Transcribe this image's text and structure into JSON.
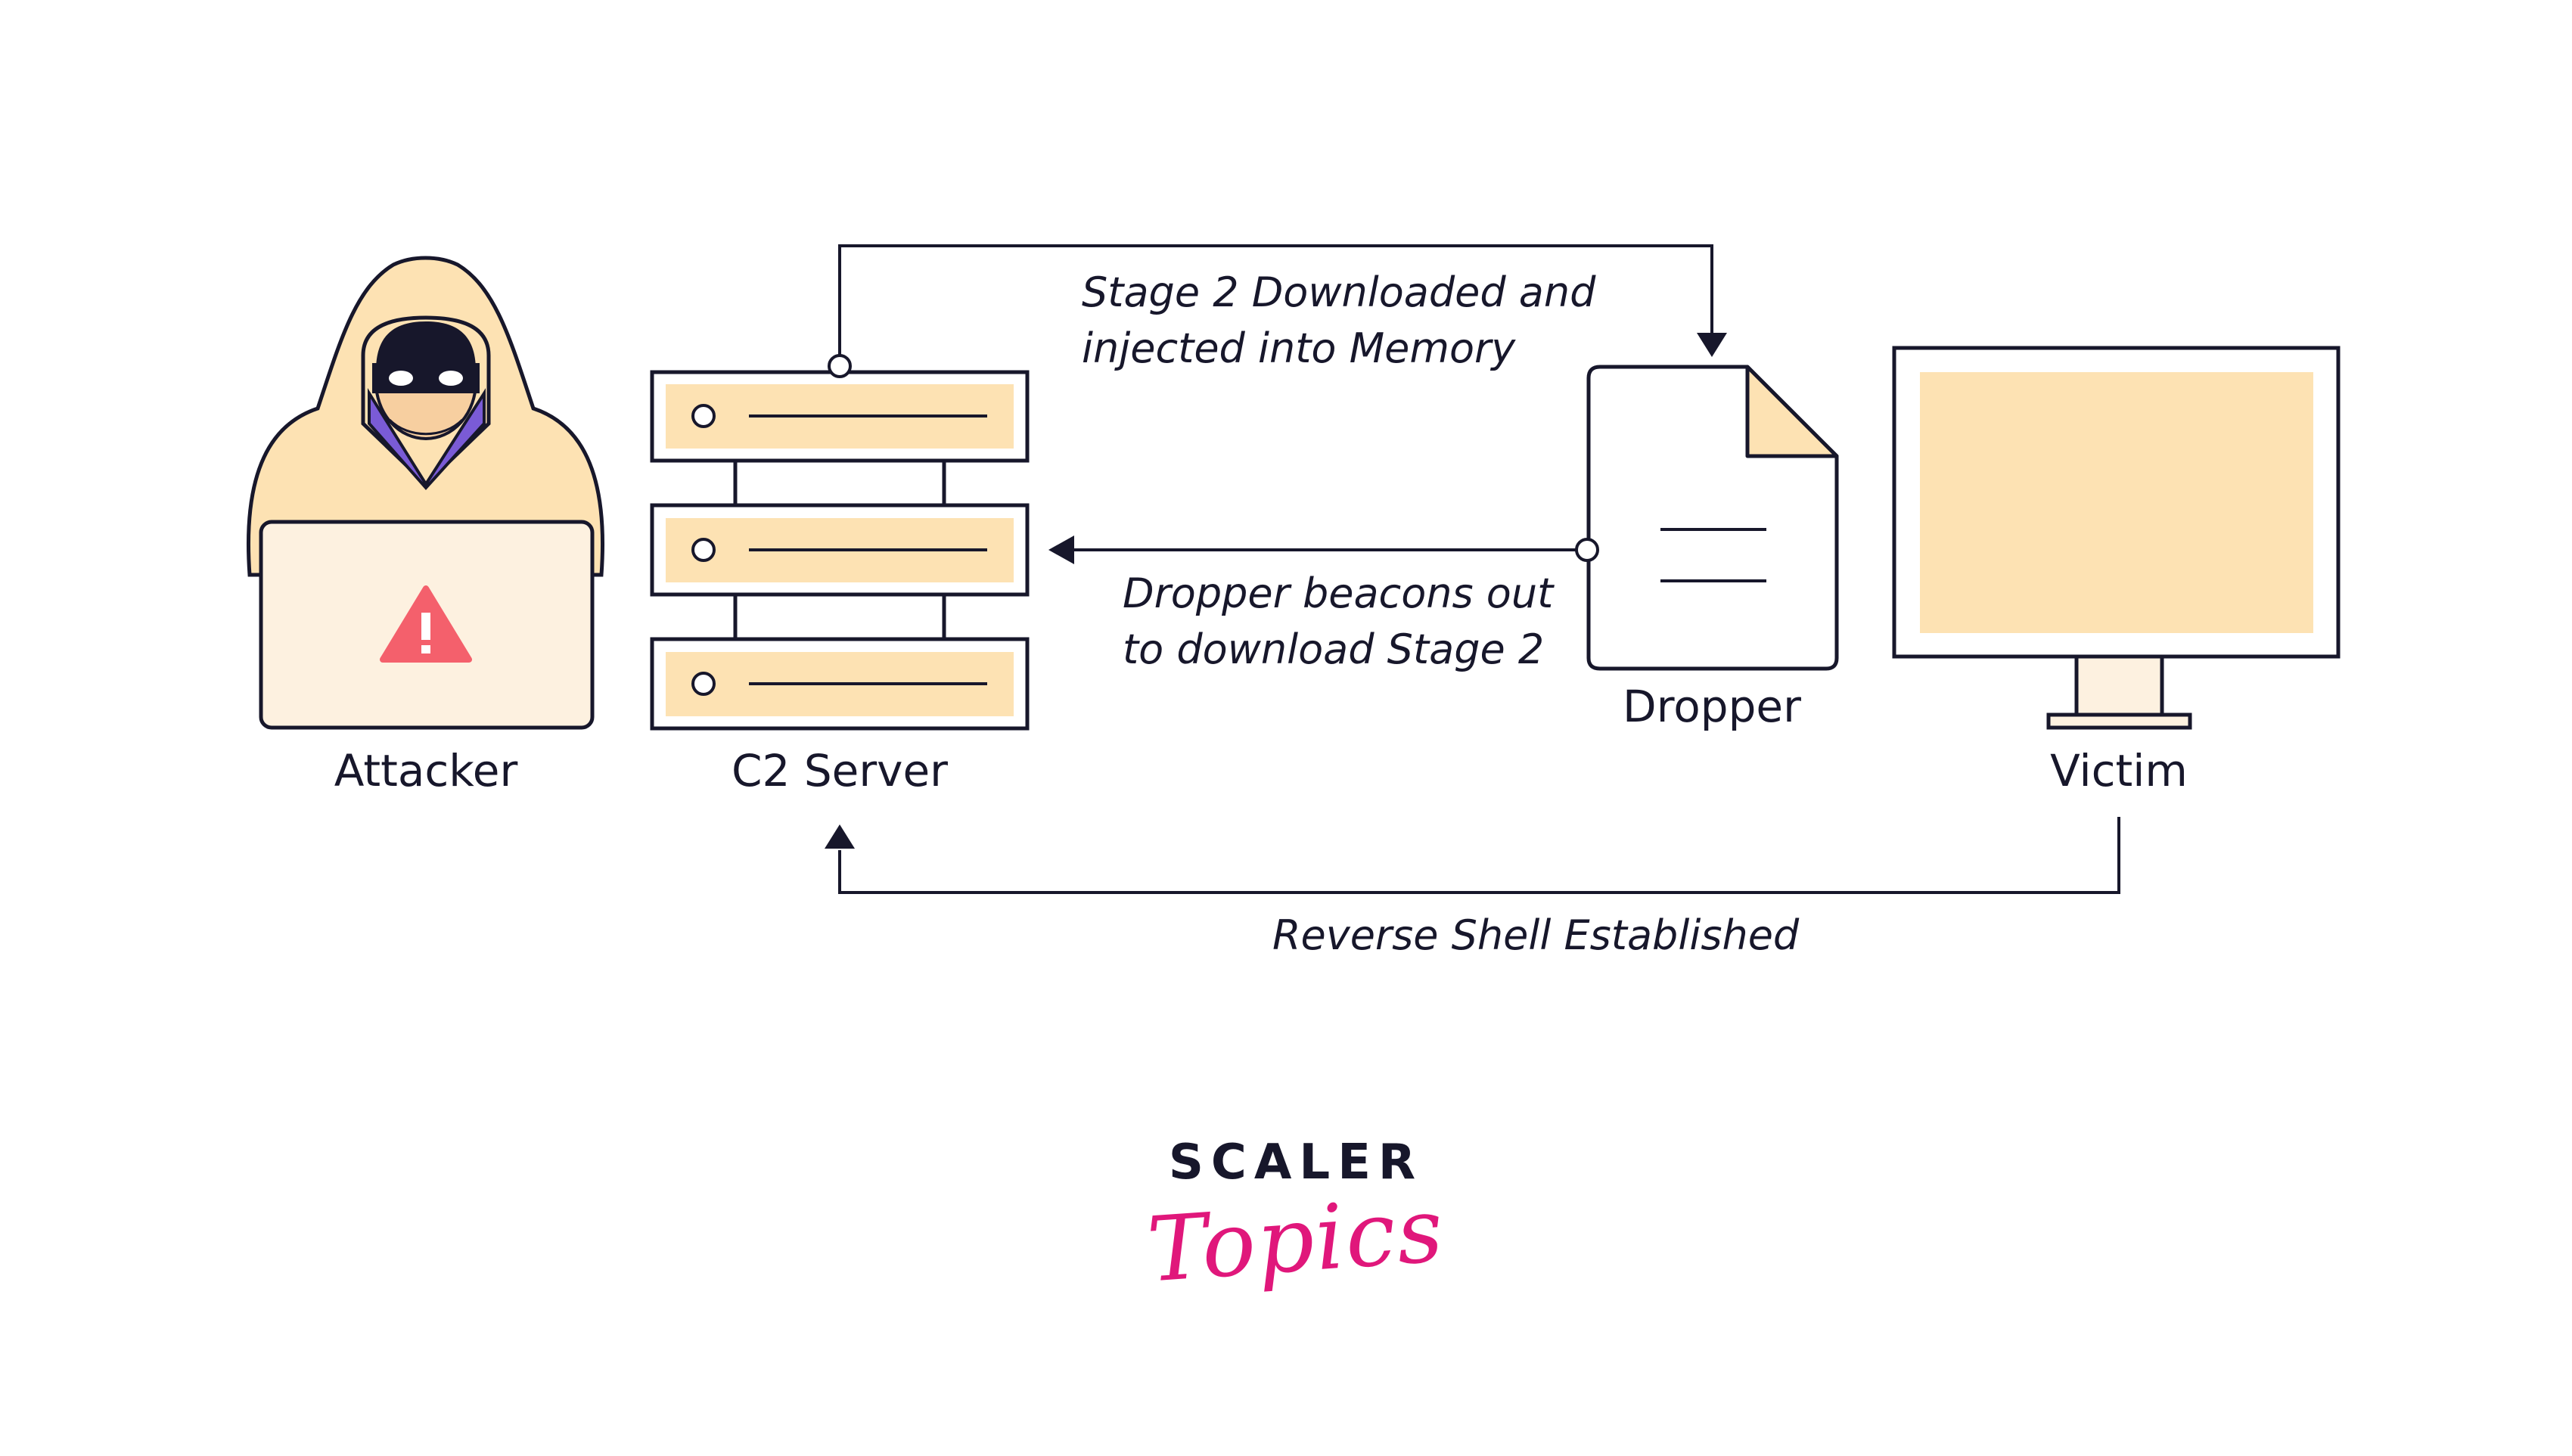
{
  "nodes": {
    "attacker": "Attacker",
    "c2_server": "C2 Server",
    "dropper": "Dropper",
    "victim": "Victim"
  },
  "flows": {
    "stage2_line1": "Stage 2 Downloaded and",
    "stage2_line2": "injected into Memory",
    "beacon_line1": "Dropper beacons out",
    "beacon_line2": "to download Stage 2",
    "reverse_shell": "Reverse Shell Established"
  },
  "logo": {
    "word": "SCALER",
    "script": "Topics"
  },
  "colors": {
    "outline": "#17172b",
    "fill_light": "#fde2b3",
    "fill_pale": "#fdf1e0",
    "warning_red": "#f4606c",
    "mask_purple": "#7a5bd6",
    "brand_pink": "#e0177b"
  }
}
